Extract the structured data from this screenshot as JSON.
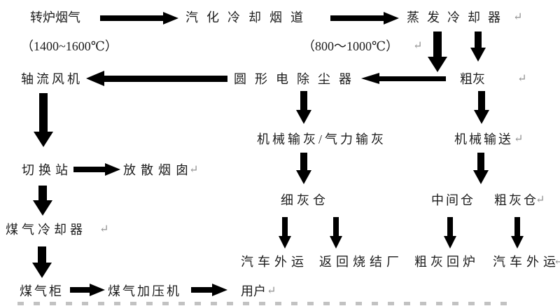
{
  "labels": {
    "converter_flue_gas": "转炉烟气",
    "vaporization_cooling_flue": "汽化冷却烟道",
    "evaporative_cooler": "蒸发冷却器",
    "temp_high": "（1400~1600℃）",
    "temp_mid": "（800～1000℃）",
    "axial_fan": "轴流风机",
    "circular_esp": "圆形电除尘器",
    "coarse_ash": "粗灰",
    "mech_pneu_ash_conveying": "机械输灰/气力输灰",
    "mechanical_conveying": "机械输送",
    "switch_station": "切换站",
    "relief_stack": "放散烟囱",
    "fine_ash_bin": "细灰仓",
    "intermediate_bin": "中间仓",
    "coarse_ash_bin": "粗灰仓",
    "gas_cooler": "煤气冷却器",
    "truck_transport_1": "汽车外运",
    "return_to_sinter_plant": "返回烧结厂",
    "coarse_ash_to_furnace": "粗灰回炉",
    "truck_transport_2": "汽车外运",
    "gas_holder": "煤气柜",
    "gas_pressurizer": "煤气加压机",
    "users": "用户",
    "return_mark": "↵"
  },
  "annotations": {
    "temp_high_annotates": "converter_flue_gas",
    "temp_mid_annotates": "evaporative_cooler"
  },
  "edges": [
    {
      "from": "converter_flue_gas",
      "to": "vaporization_cooling_flue"
    },
    {
      "from": "vaporization_cooling_flue",
      "to": "evaporative_cooler"
    },
    {
      "from": "evaporative_cooler",
      "to": "circular_esp"
    },
    {
      "from": "evaporative_cooler",
      "to": "coarse_ash"
    },
    {
      "from": "circular_esp",
      "to": "axial_fan"
    },
    {
      "from": "circular_esp",
      "to": "mech_pneu_ash_conveying"
    },
    {
      "from": "mech_pneu_ash_conveying",
      "to": "fine_ash_bin"
    },
    {
      "from": "fine_ash_bin",
      "to": "truck_transport_1"
    },
    {
      "from": "fine_ash_bin",
      "to": "return_to_sinter_plant"
    },
    {
      "from": "coarse_ash",
      "to": "mechanical_conveying"
    },
    {
      "from": "mechanical_conveying",
      "to": "intermediate_bin"
    },
    {
      "from": "mechanical_conveying",
      "to": "coarse_ash_bin"
    },
    {
      "from": "intermediate_bin",
      "to": "coarse_ash_to_furnace"
    },
    {
      "from": "coarse_ash_bin",
      "to": "truck_transport_2"
    },
    {
      "from": "axial_fan",
      "to": "switch_station"
    },
    {
      "from": "switch_station",
      "to": "relief_stack"
    },
    {
      "from": "switch_station",
      "to": "gas_cooler"
    },
    {
      "from": "gas_cooler",
      "to": "gas_holder"
    },
    {
      "from": "gas_holder",
      "to": "gas_pressurizer"
    },
    {
      "from": "gas_pressurizer",
      "to": "users"
    }
  ],
  "colors": {
    "background": "#ffffff",
    "text": "#1c1c1c",
    "arrow": "#000000",
    "return_mark": "#8f8f8f"
  }
}
